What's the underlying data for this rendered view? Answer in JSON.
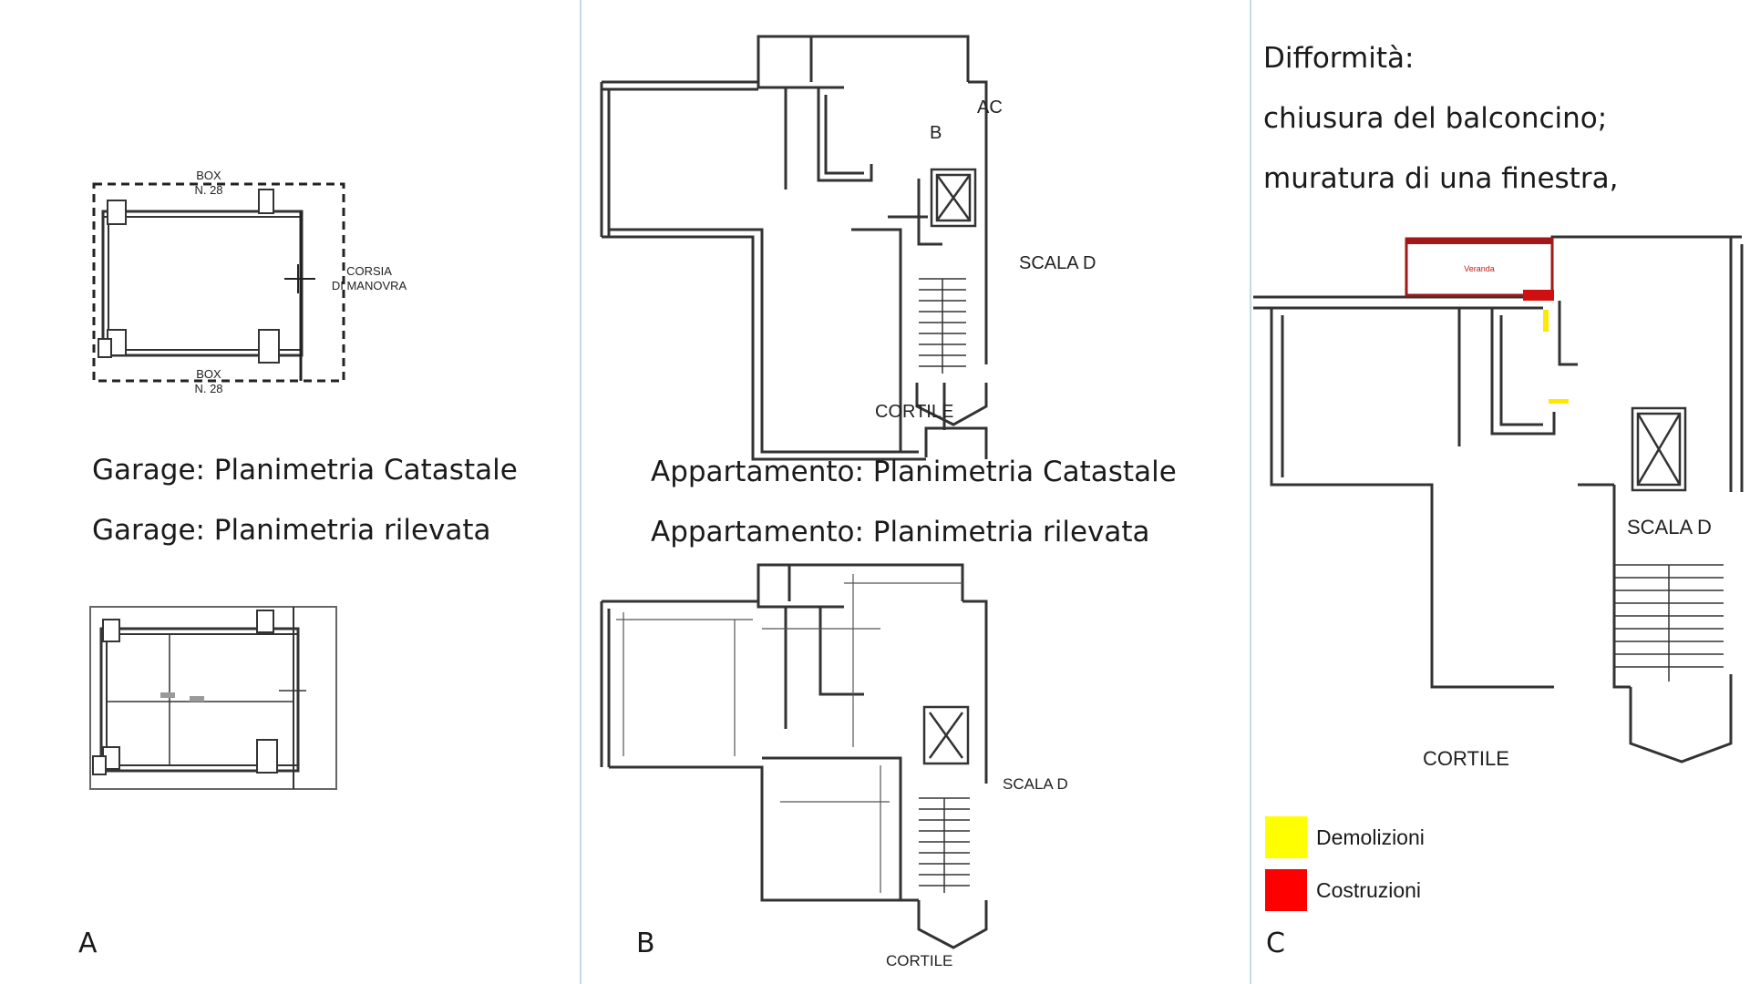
{
  "panel_a": {
    "letter": "A",
    "captions": [
      "Garage: Planimetria Catastale",
      "Garage: Planimetria rilevata"
    ],
    "labels": {
      "box_top": "BOX",
      "box_top_num": "N. 28",
      "box_bottom": "BOX",
      "box_bottom_num": "N. 28",
      "corsia_1": "CORSIA",
      "corsia_2": "DI MANOVRA"
    }
  },
  "panel_b": {
    "letter": "B",
    "captions": [
      "Appartamento: Planimetria Catastale",
      "Appartamento: Planimetria rilevata"
    ],
    "labels": {
      "room_b": "B",
      "room_ac": "AC",
      "scala_top": "SCALA D",
      "cortile_top": "CORTILE",
      "scala_bottom": "SCALA D",
      "cortile_bottom": "CORTILE"
    }
  },
  "panel_c": {
    "letter": "C",
    "difformita_title": "Difformità:",
    "difformita_items": [
      "chiusura del balconcino;",
      "muratura di una finestra,"
    ],
    "labels": {
      "veranda": "Veranda",
      "scala": "SCALA D",
      "cortile": "CORTILE"
    },
    "legend": [
      {
        "label": "Demolizioni",
        "color": "#ffff00"
      },
      {
        "label": "Costruzioni",
        "color": "#ff0000"
      }
    ]
  }
}
